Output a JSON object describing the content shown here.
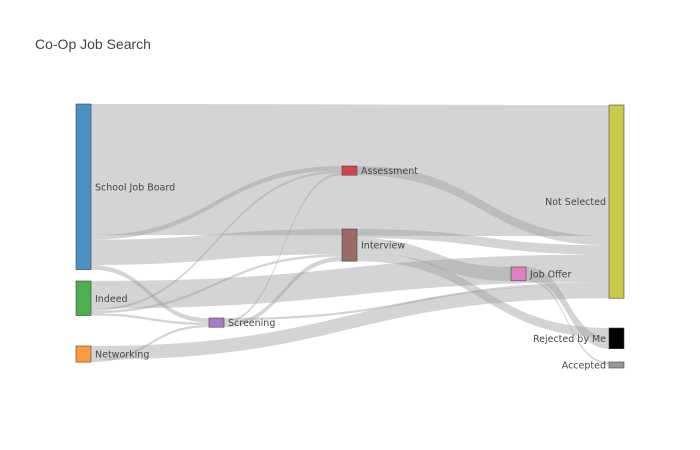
{
  "chart_data": {
    "type": "sankey",
    "title": "Co-Op Job Search",
    "link_color": "#a0a0a0",
    "nodes": [
      {
        "id": "school",
        "label": "School Job Board",
        "color": "#4a90c2",
        "column": 0
      },
      {
        "id": "indeed",
        "label": "Indeed",
        "color": "#4caf50",
        "column": 0
      },
      {
        "id": "networking",
        "label": "Networking",
        "color": "#ff9940",
        "column": 0
      },
      {
        "id": "screening",
        "label": "Screening",
        "color": "#a87bc8",
        "column": 1
      },
      {
        "id": "assessment",
        "label": "Assessment",
        "color": "#d0454c",
        "column": 2
      },
      {
        "id": "interview",
        "label": "Interview",
        "color": "#9c6b66",
        "column": 2
      },
      {
        "id": "joboffer",
        "label": "Job Offer",
        "color": "#e07fc2",
        "column": 3
      },
      {
        "id": "notselected",
        "label": "Not Selected",
        "color": "#c9c94a",
        "column": 4
      },
      {
        "id": "rejected",
        "label": "Rejected by Me",
        "color": "#000000",
        "column": 4
      },
      {
        "id": "accepted",
        "label": "Accepted",
        "color": "#999999",
        "column": 4
      }
    ],
    "links": [
      {
        "source": "school",
        "target": "notselected",
        "value": 57
      },
      {
        "source": "school",
        "target": "assessment",
        "value": 2
      },
      {
        "source": "school",
        "target": "interview",
        "value": 11
      },
      {
        "source": "school",
        "target": "screening",
        "value": 2
      },
      {
        "source": "indeed",
        "target": "assessment",
        "value": 1
      },
      {
        "source": "indeed",
        "target": "screening",
        "value": 1
      },
      {
        "source": "indeed",
        "target": "interview",
        "value": 1
      },
      {
        "source": "indeed",
        "target": "notselected",
        "value": 12
      },
      {
        "source": "networking",
        "target": "screening",
        "value": 1
      },
      {
        "source": "networking",
        "target": "notselected",
        "value": 6
      },
      {
        "source": "screening",
        "target": "assessment",
        "value": 1
      },
      {
        "source": "screening",
        "target": "interview",
        "value": 2
      },
      {
        "source": "screening",
        "target": "notselected",
        "value": 1
      },
      {
        "source": "assessment",
        "target": "notselected",
        "value": 4
      },
      {
        "source": "interview",
        "target": "notselected",
        "value": 4
      },
      {
        "source": "interview",
        "target": "joboffer",
        "value": 6
      },
      {
        "source": "interview",
        "target": "rejected",
        "value": 4
      },
      {
        "source": "joboffer",
        "target": "rejected",
        "value": 5
      },
      {
        "source": "joboffer",
        "target": "accepted",
        "value": 1
      }
    ]
  }
}
